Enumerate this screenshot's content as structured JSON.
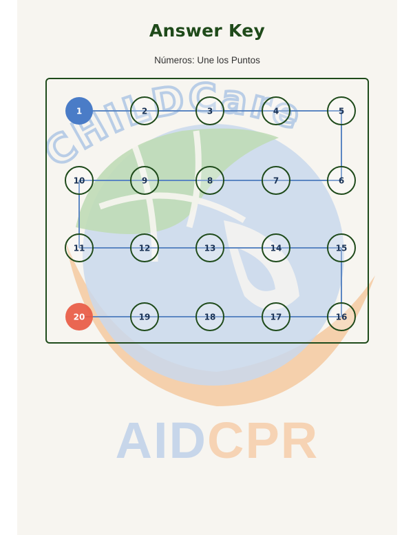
{
  "title": "Answer Key",
  "subtitle": "Números: Une los Puntos",
  "watermark": {
    "arc_text": "CHILDCare",
    "brand_left": "AID",
    "brand_right": "CPR"
  },
  "colors": {
    "title": "#1f4a1a",
    "border": "#1e4a1a",
    "dot_stroke": "#1e4a1a",
    "connector": "#5b86c2",
    "start_dot": "#4a7cc7",
    "end_dot": "#e85a44",
    "number": "#1b3356"
  },
  "puzzle": {
    "rows": [
      [
        "1",
        "2",
        "3",
        "4",
        "5"
      ],
      [
        "10",
        "9",
        "8",
        "7",
        "6"
      ],
      [
        "11",
        "12",
        "13",
        "14",
        "15"
      ],
      [
        "20",
        "19",
        "18",
        "17",
        "16"
      ]
    ],
    "start": "1",
    "end": "20"
  }
}
